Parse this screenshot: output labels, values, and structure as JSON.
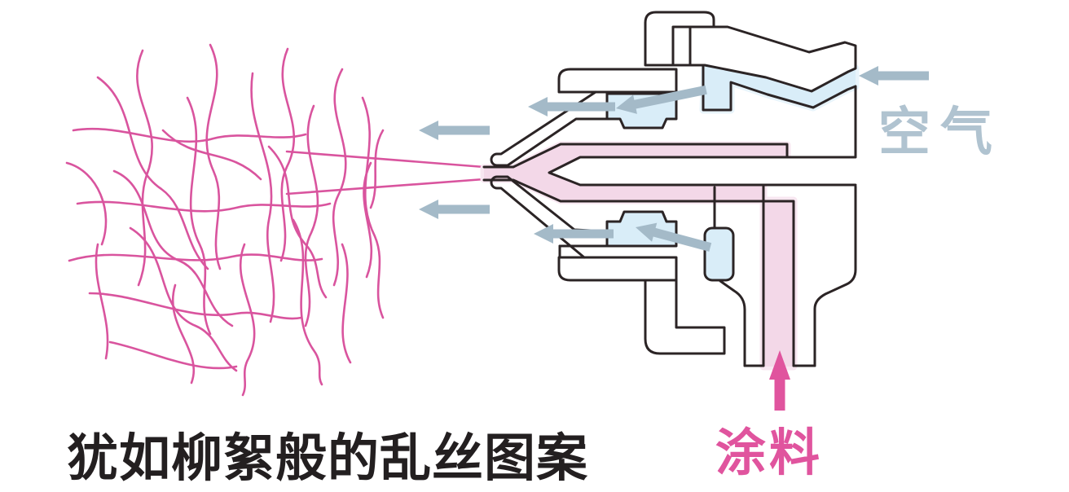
{
  "figure": {
    "caption": "犹如柳絮般的乱丝图案",
    "air_label": "空气",
    "paint_label": "涂料",
    "colors": {
      "thread_magenta": "#d9549e",
      "paint_pink_fill": "#f3d8e8",
      "paint_arrow_pink": "#e0549e",
      "air_blue_fill": "#d9edf8",
      "air_arrow_gray": "#a4bac8",
      "air_label_gray": "#b0c3d0",
      "outline_black": "#2b2425"
    }
  }
}
